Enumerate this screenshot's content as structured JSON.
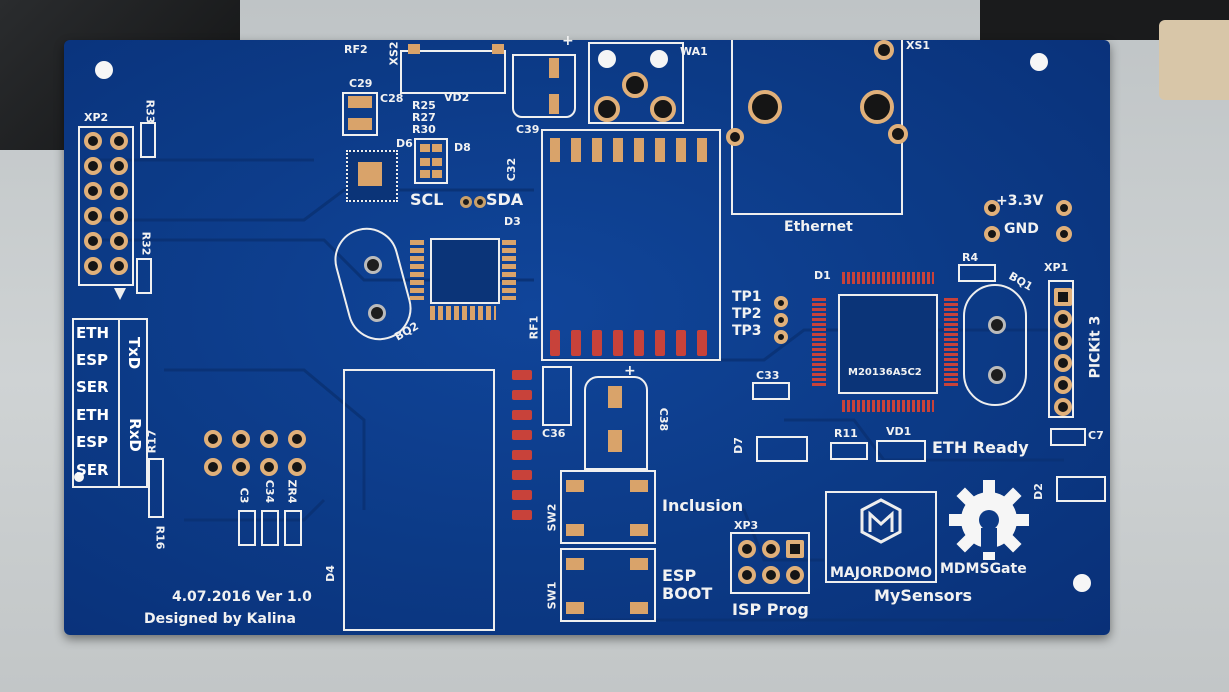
{
  "board": {
    "refs": {
      "rf2": "RF2",
      "xs2": "XS2",
      "wa1": "WA1",
      "xs1": "XS1",
      "vd2": "VD2",
      "c29": "C29",
      "c28": "C28",
      "r25": "R25",
      "r27": "R27",
      "r30": "R30",
      "d6": "D6",
      "d8": "D8",
      "c39": "C39",
      "c32": "C32",
      "xp2": "XP2",
      "r33": "R33",
      "r32": "R32",
      "d3": "D3",
      "bq2": "BQ2",
      "rf1": "RF1",
      "tp1": "TP1",
      "tp2": "TP2",
      "tp3": "TP3",
      "d1": "D1",
      "r4": "R4",
      "bq1": "BQ1",
      "xp1": "XP1",
      "c33": "C33",
      "d7": "D7",
      "r11": "R11",
      "vd1": "VD1",
      "c7": "C7",
      "d2": "D2",
      "c36": "C36",
      "c38": "C38",
      "sw2": "SW2",
      "sw1": "SW1",
      "xp3": "XP3",
      "r17": "R17",
      "r16": "R16",
      "c3": "C3",
      "c34": "C34",
      "zr4": "ZR4",
      "d4": "D4"
    },
    "labels": {
      "scl": "SCL",
      "sda": "SDA",
      "ethernet": "Ethernet",
      "v33": "+3.3V",
      "gnd": "GND",
      "pickit": "PICKit 3",
      "eth_ready": "ETH Ready",
      "inclusion": "Inclusion",
      "esp_boot_1": "ESP",
      "esp_boot_2": "BOOT",
      "isp_prog": "ISP Prog",
      "majordomo": "MAJORDOMO",
      "mdmsgate": "MDMSGate",
      "mysensors": "MySensors",
      "version": "4.07.2016 Ver 1.0",
      "designer": "Designed by Kalina",
      "chip_marking": "M20136A5C2",
      "plus1": "+",
      "plus2": "+"
    },
    "mux_table": {
      "rows_tx": [
        "ETH",
        "ESP",
        "SER"
      ],
      "rows_rx": [
        "ETH",
        "ESP",
        "SER"
      ],
      "tx_label": "TxD",
      "rx_label": "RxD"
    },
    "colors": {
      "soldermask": "#0c3a86",
      "silkscreen": "#f2f2f2",
      "copper": "#d9a36a",
      "red_pad": "#c8423a"
    }
  }
}
